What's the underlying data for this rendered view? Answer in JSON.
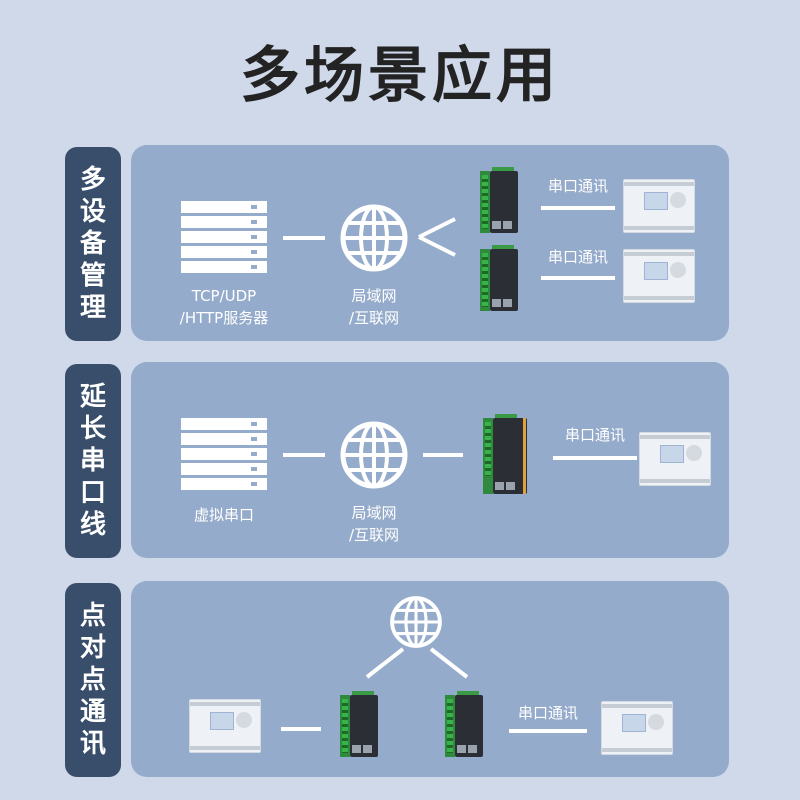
{
  "title": "多场景应用",
  "colors": {
    "background": "#cfd9ea",
    "panel": "#95abcb",
    "tab": "#384e6a",
    "text": "#ffffff"
  },
  "sections": [
    {
      "tab": [
        "多",
        "设",
        "备",
        "管",
        "理"
      ],
      "server_label": [
        "TCP/UDP",
        "/HTTP服务器"
      ],
      "globe_label": [
        "局域网",
        "/互联网"
      ],
      "links": [
        "串口通讯",
        "串口通讯"
      ]
    },
    {
      "tab": [
        "延",
        "长",
        "串",
        "口",
        "线"
      ],
      "server_label": [
        "虚拟串口"
      ],
      "globe_label": [
        "局域网",
        "/互联网"
      ],
      "links": [
        "串口通讯"
      ]
    },
    {
      "tab": [
        "点",
        "对",
        "点",
        "通",
        "讯"
      ],
      "links": [
        "串口通讯"
      ]
    }
  ],
  "icons": {
    "server": "server-icon",
    "globe": "globe-icon",
    "gateway": "serial-gateway-icon",
    "device": "hmi-device-icon"
  }
}
